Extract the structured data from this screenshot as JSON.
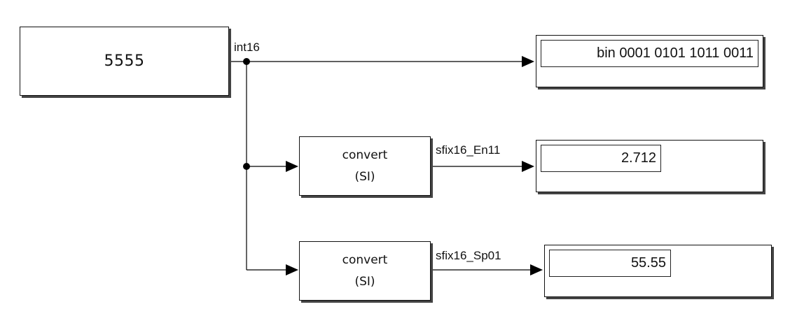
{
  "diagram": {
    "constant_block": {
      "value": "5555"
    },
    "signals": {
      "source": "int16",
      "branch_1": "sfix16_En11",
      "branch_2": "sfix16_Sp01"
    },
    "convert_blocks": [
      {
        "line1": "convert",
        "line2": "(SI)"
      },
      {
        "line1": "convert",
        "line2": "(SI)"
      }
    ],
    "displays": [
      {
        "value": "bin 0001 0101 1011 0011"
      },
      {
        "value": "2.712"
      },
      {
        "value": "55.55"
      }
    ]
  },
  "colors": {
    "line": "#000000",
    "block_border": "#111111",
    "shadow": "#444444",
    "background": "#ffffff"
  }
}
